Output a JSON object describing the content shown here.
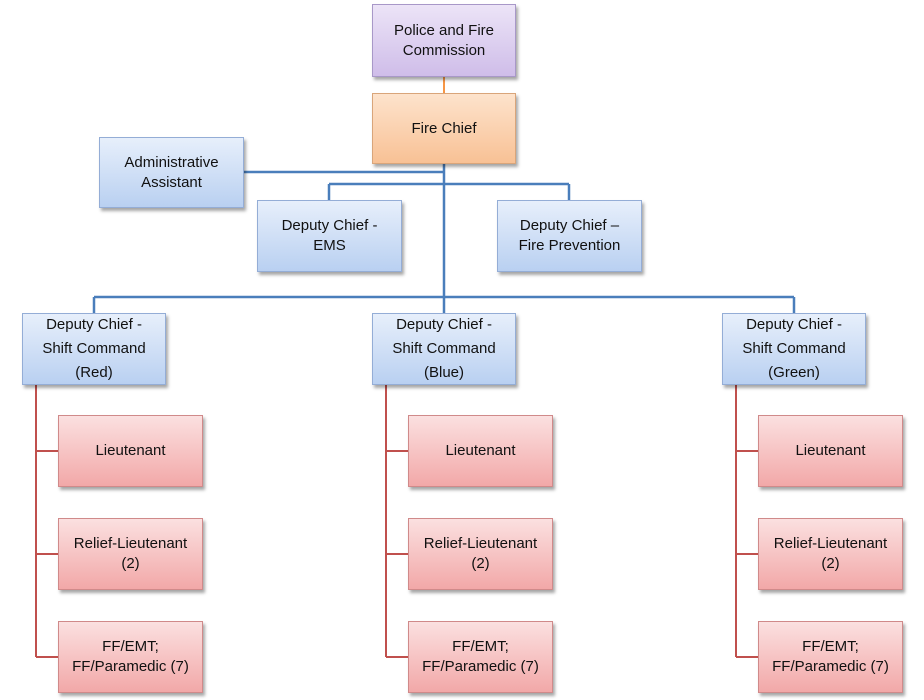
{
  "commission": {
    "line1": "Police and Fire",
    "line2": "Commission"
  },
  "fire_chief": {
    "label": "Fire Chief"
  },
  "admin_assistant": {
    "line1": "Administrative",
    "line2": "Assistant"
  },
  "deputy_ems": {
    "line1": "Deputy Chief -",
    "line2": "EMS"
  },
  "deputy_fire_prevention": {
    "line1": "Deputy Chief –",
    "line2": "Fire Prevention"
  },
  "shifts": [
    {
      "line1": "Deputy Chief -",
      "line2": "Shift Command",
      "line3": "(Red)",
      "units": [
        {
          "line1": "Lieutenant",
          "line2": ""
        },
        {
          "line1": "Relief-Lieutenant",
          "line2": "(2)"
        },
        {
          "line1": "FF/EMT;",
          "line2": "FF/Paramedic (7)"
        }
      ]
    },
    {
      "line1": "Deputy Chief -",
      "line2": "Shift Command",
      "line3": "(Blue)",
      "units": [
        {
          "line1": "Lieutenant",
          "line2": ""
        },
        {
          "line1": "Relief-Lieutenant",
          "line2": "(2)"
        },
        {
          "line1": "FF/EMT;",
          "line2": "FF/Paramedic (7)"
        }
      ]
    },
    {
      "line1": "Deputy Chief -",
      "line2": "Shift Command",
      "line3": "(Green)",
      "units": [
        {
          "line1": "Lieutenant",
          "line2": ""
        },
        {
          "line1": "Relief-Lieutenant",
          "line2": "(2)"
        },
        {
          "line1": "FF/EMT;",
          "line2": "FF/Paramedic (7)"
        }
      ]
    }
  ],
  "colors": {
    "blue_connector": "#4a7ebb",
    "red_connector": "#c0504d",
    "orange_connector": "#f79646"
  }
}
